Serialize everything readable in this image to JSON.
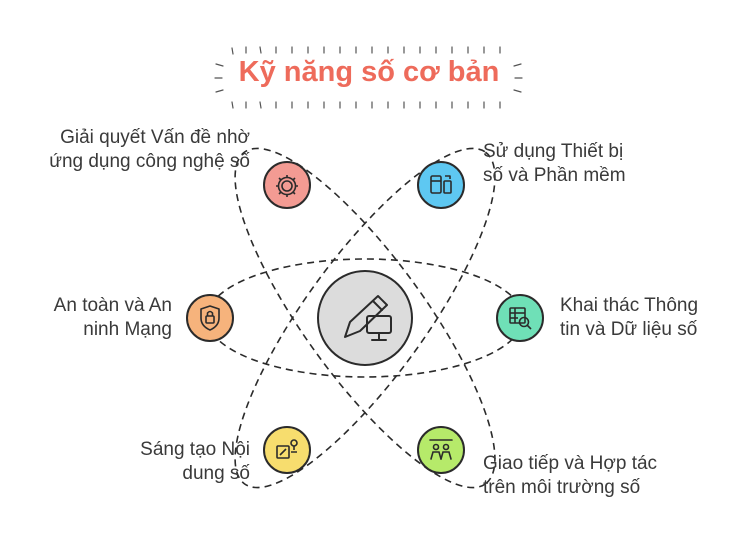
{
  "title": "Kỹ năng số cơ bản",
  "nodes": [
    {
      "id": "problem-solving",
      "lines": [
        "Giải quyết Vấn đề nhờ",
        "ứng dụng công nghệ số"
      ],
      "color": "#f39b93",
      "icon": "gear-icon"
    },
    {
      "id": "device-use",
      "lines": [
        "Sử dụng Thiết bị",
        "số và Phần mềm"
      ],
      "color": "#5ec8f2",
      "icon": "devices-icon"
    },
    {
      "id": "data-info",
      "lines": [
        "Khai thác Thông",
        "tin và Dữ liệu số"
      ],
      "color": "#6fe0b7",
      "icon": "data-search-icon"
    },
    {
      "id": "communication",
      "lines": [
        "Giao tiếp và Hợp tác",
        "trên môi trường số"
      ],
      "color": "#b6ea6a",
      "icon": "collaboration-icon"
    },
    {
      "id": "content-creation",
      "lines": [
        "Sáng tạo Nội",
        "dung số"
      ],
      "color": "#f7dd6e",
      "icon": "creation-icon"
    },
    {
      "id": "security",
      "lines": [
        "An toàn và An",
        "ninh Mạng"
      ],
      "color": "#f6b37c",
      "icon": "lock-shield-icon"
    }
  ],
  "center": {
    "icon": "pen-monitor-icon",
    "color": "#dcdcdc"
  }
}
